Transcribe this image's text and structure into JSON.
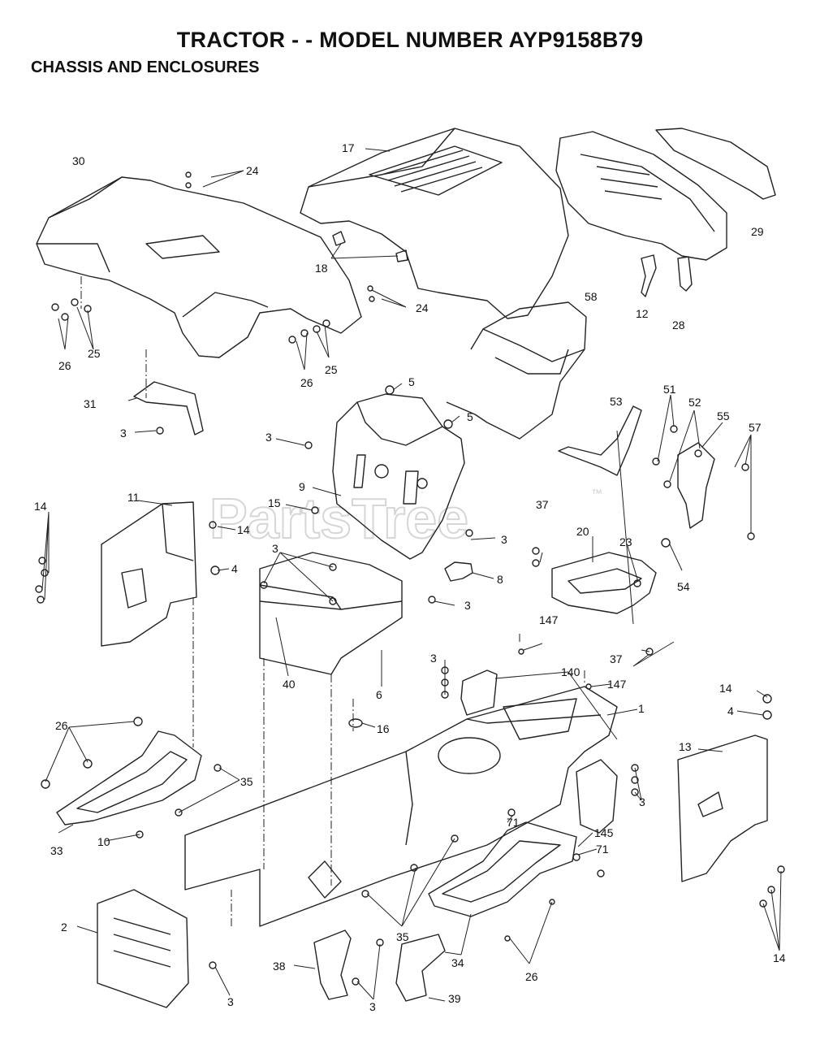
{
  "header": {
    "title": "TRACTOR - - MODEL NUMBER AYP9158B79",
    "subtitle": "CHASSIS AND ENCLOSURES"
  },
  "watermark": {
    "text": "PartsTree",
    "tm": "™"
  },
  "callouts": {
    "c30": "30",
    "c24a": "24",
    "c17": "17",
    "c29": "29",
    "c18": "18",
    "c24b": "24",
    "c12": "12",
    "c28": "28",
    "c58": "58",
    "c26a": "26",
    "c25a": "25",
    "c26b": "26",
    "c25b": "25",
    "c5a": "5",
    "c5b": "5",
    "c31": "31",
    "c3a": "3",
    "c3b": "3",
    "c53": "53",
    "c51": "51",
    "c52": "52",
    "c55": "55",
    "c57": "57",
    "c9": "9",
    "c14a": "14",
    "c11": "11",
    "c15": "15",
    "c14b": "14",
    "c3c": "3",
    "c37a": "37",
    "c20": "20",
    "c23": "23",
    "c4a": "4",
    "c3d": "3",
    "c54": "54",
    "c8": "8",
    "c3e": "3",
    "c147a": "147",
    "c37b": "37",
    "c40": "40",
    "c6": "6",
    "c3f": "3",
    "c140": "140",
    "c147b": "147",
    "c14c": "14",
    "c4b": "4",
    "c1": "1",
    "c16": "16",
    "c26c": "26",
    "c13": "13",
    "c35a": "35",
    "c3g": "3",
    "c71a": "71",
    "c145": "145",
    "c71b": "71",
    "c33": "33",
    "c10": "10",
    "c2": "2",
    "c35b": "35",
    "c38": "38",
    "c34": "34",
    "c39": "39",
    "c26d": "26",
    "c14d": "14",
    "c3h": "3",
    "c3i": "3"
  }
}
